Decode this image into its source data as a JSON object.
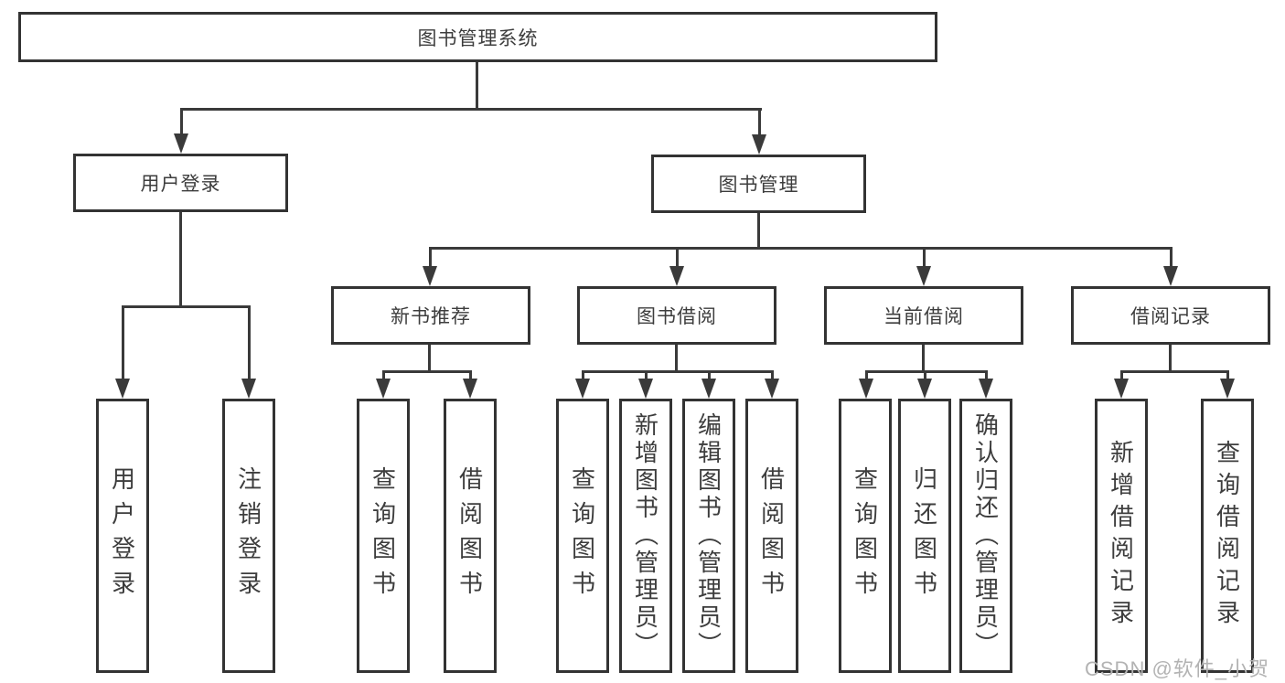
{
  "diagram": {
    "root": {
      "label": "图书管理系统"
    },
    "level2": [
      {
        "label": "用户登录"
      },
      {
        "label": "图书管理"
      }
    ],
    "level3": [
      {
        "label": "新书推荐"
      },
      {
        "label": "图书借阅"
      },
      {
        "label": "当前借阅"
      },
      {
        "label": "借阅记录"
      }
    ],
    "leaves": {
      "user_login": [
        {
          "label": "用户登录"
        },
        {
          "label": "注销登录"
        }
      ],
      "new_book_rec": [
        {
          "label": "查询图书"
        },
        {
          "label": "借阅图书"
        }
      ],
      "book_borrow": [
        {
          "label": "查询图书"
        },
        {
          "label": "新增图书（管理员）"
        },
        {
          "label": "编辑图书（管理员）"
        },
        {
          "label": "借阅图书"
        }
      ],
      "current_borrow": [
        {
          "label": "查询图书"
        },
        {
          "label": "归还图书"
        },
        {
          "label": "确认归还（管理员）"
        }
      ],
      "borrow_records": [
        {
          "label": "新增借阅记录"
        },
        {
          "label": "查询借阅记录"
        }
      ]
    },
    "watermark": "CSDN @软件_小贺同学",
    "colors": {
      "line": "#3a3a3a",
      "border": "#333333",
      "text": "#3d3d3d",
      "watermark": "#b3b3b3",
      "background": "#ffffff"
    }
  }
}
